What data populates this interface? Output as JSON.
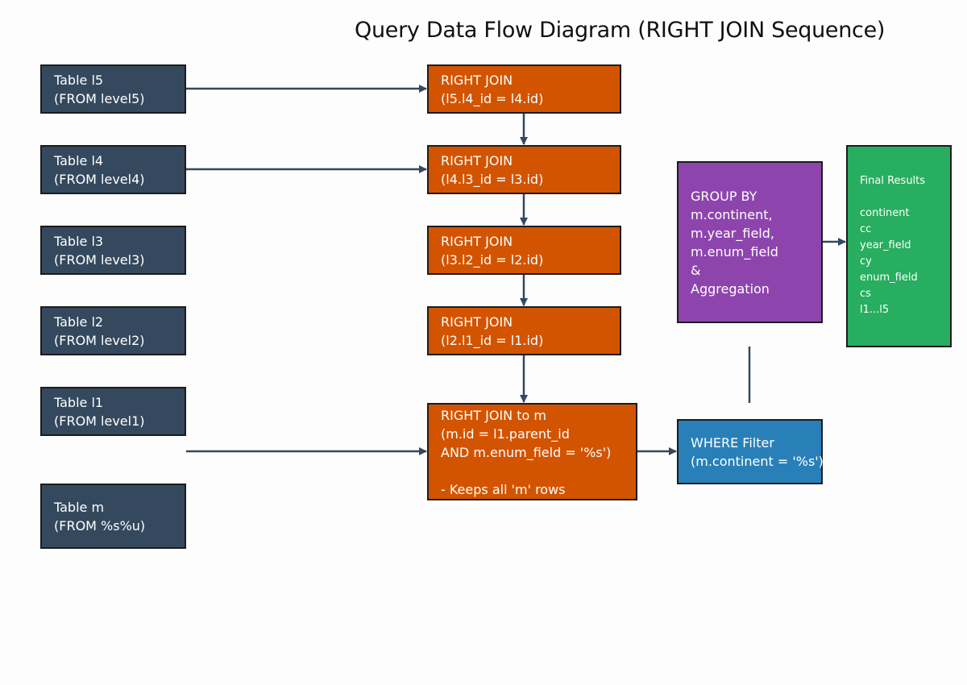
{
  "title": "Query Data Flow Diagram (RIGHT JOIN Sequence)",
  "colors": {
    "table": "#34495e",
    "join": "#d35400",
    "filter": "#2980b9",
    "group": "#8e44ad",
    "result": "#27ae60",
    "arrow": "#34495e"
  },
  "tables": [
    {
      "name": "Table l5",
      "source": "(FROM level5)"
    },
    {
      "name": "Table l4",
      "source": "(FROM level4)"
    },
    {
      "name": "Table l3",
      "source": "(FROM level3)"
    },
    {
      "name": "Table l2",
      "source": "(FROM level2)"
    },
    {
      "name": "Table l1",
      "source": "(FROM level1)"
    },
    {
      "name": "Table m",
      "source": "(FROM %s%u)"
    }
  ],
  "joins": [
    {
      "label": "RIGHT JOIN",
      "cond": "(l5.l4_id = l4.id)"
    },
    {
      "label": "RIGHT JOIN",
      "cond": "(l4.l3_id = l3.id)"
    },
    {
      "label": "RIGHT JOIN",
      "cond": "(l3.l2_id = l2.id)"
    },
    {
      "label": "RIGHT JOIN",
      "cond": "(l2.l1_id = l1.id)"
    }
  ],
  "final_join": {
    "text": "RIGHT JOIN to m\n(m.id = l1.parent_id\nAND m.enum_field = '%s')\n\n- Keeps all 'm' rows"
  },
  "where": {
    "text": "WHERE Filter\n(m.continent = '%s')"
  },
  "group": {
    "text": "GROUP BY\nm.continent,\nm.year_field,\nm.enum_field\n&\nAggregation"
  },
  "results": {
    "title": "Final Results",
    "items": "continent\ncc\nyear_field\ncy\nenum_field\ncs\nl1...l5"
  }
}
